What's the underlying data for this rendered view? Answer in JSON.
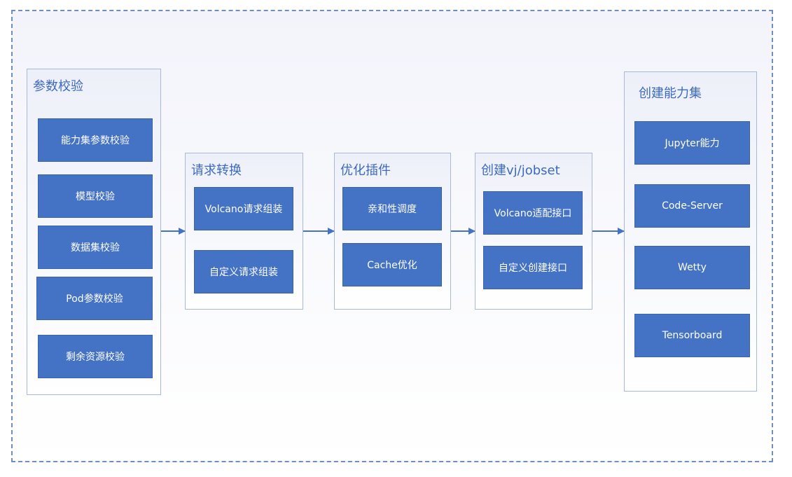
{
  "groups": {
    "param_check": {
      "title": "参数校验",
      "items": [
        "能力集参数校验",
        "模型校验",
        "数据集校验",
        "Pod参数校验",
        "剩余资源校验"
      ]
    },
    "request_convert": {
      "title": "请求转换",
      "items": [
        "Volcano请求组装",
        "自定义请求组装"
      ]
    },
    "optimize_plugin": {
      "title": "优化插件",
      "items": [
        "亲和性调度",
        "Cache优化"
      ]
    },
    "create_vj": {
      "title": "创建vj/jobset",
      "items": [
        "Volcano适配接口",
        "自定义创建接口"
      ]
    },
    "create_capability": {
      "title": "创建能力集",
      "items": [
        "Jupyter能力",
        "Code-Server",
        "Wetty",
        "Tensorboard"
      ]
    }
  },
  "colors": {
    "box_fill": "#4472c4",
    "title_text": "#3c6ac2",
    "arrow": "#4472c4",
    "dashed_border": "#6f8fbf"
  }
}
